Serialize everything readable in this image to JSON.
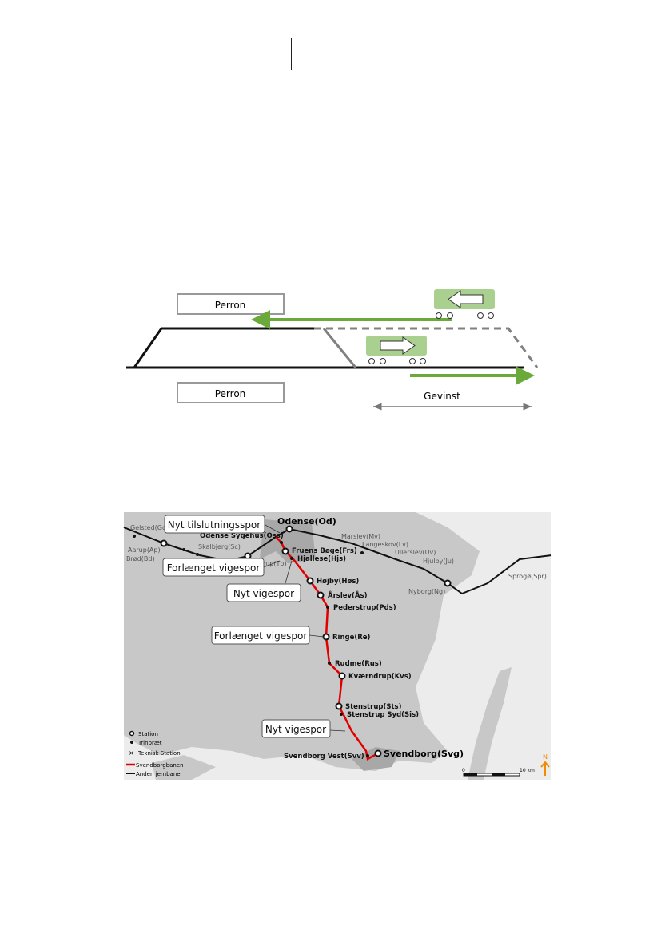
{
  "diagram": {
    "platform_top": "Perron",
    "platform_bottom": "Perron",
    "gain_label": "Gevinst",
    "colors": {
      "arrow": "#6aaa3a",
      "train": "#a9d08e",
      "track": "#111111",
      "dashed": "#808080"
    }
  },
  "map": {
    "callouts": [
      "Nyt tilslutningsspor",
      "Forlænget vigespor",
      "Nyt vigespor",
      "Forlænget vigespor",
      "Nyt vigespor"
    ],
    "main_stations": {
      "odense": "Odense(Od)",
      "svendborg": "Svendborg(Svg)"
    },
    "line_stations": [
      "Odense Sygehus(Oss)",
      "Fruens Bøge(Frs)",
      "Hjallese(Hjs)",
      "Højby(Høs)",
      "Årslev(Ås)",
      "Pederstrup(Pds)",
      "Ringe(Re)",
      "Rudme(Rus)",
      "Kværndrup(Kvs)",
      "Stenstrup(Sts)",
      "Stenstrup Syd(Sis)",
      "Svendborg Vest(Svv)"
    ],
    "other_stations": [
      "Gelsted(Gd)",
      "Aarup(Ap)",
      "Brød(Bd)",
      "Skalbjerg(Sc)",
      "Tommerup(Tp)",
      "Marslev(Mv)",
      "Langeskov(Lv)",
      "Ullerslev(Uv)",
      "Hjulby(Ju)",
      "Nyborg(Ng)",
      "Sprogø(Spr)"
    ],
    "legend": [
      "Station",
      "Trinbræt",
      "Teknisk Station",
      "Svendborgbanen",
      "Anden jernbane"
    ],
    "scale": {
      "start": "0",
      "end": "10 km"
    },
    "north": "N",
    "colors": {
      "svendborgbanen": "#e00000",
      "other": "#111111",
      "north": "#f08c00"
    }
  }
}
